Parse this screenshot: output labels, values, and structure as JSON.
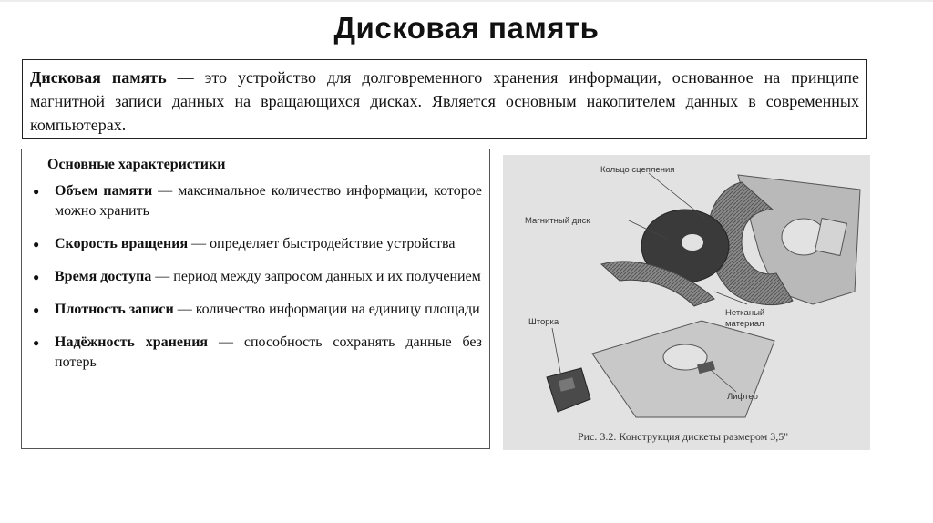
{
  "slide": {
    "title": "Дисковая память"
  },
  "definition": {
    "term": "Дисковая память",
    "text": " — это устройство для долговременного хранения информации, основанное на принципе магнитной записи данных на вращающихся дисках. Является основным накопителем данных в современных компьютерах."
  },
  "characteristics": {
    "heading": "Основные характеристики",
    "bullet": "●",
    "items": [
      {
        "term": "Объем памяти",
        "text": " — максимальное количество информации, которое можно хранить"
      },
      {
        "term": "Скорость вращения",
        "text": " — определяет быстродействие устройства"
      },
      {
        "term": "Время доступа",
        "text": " — период между запросом данных и их получением"
      },
      {
        "term": "Плотность записи",
        "text": " — количество информации на единицу площади"
      },
      {
        "term": "Надёжность хранения",
        "text": " — способность сохранять данные без потерь"
      }
    ]
  },
  "figure": {
    "labels": {
      "ring": "Кольцо сцепления",
      "disk": "Магнитный диск",
      "nonwoven_1": "Нетканый",
      "nonwoven_2": "материал",
      "shutter": "Шторка",
      "lifter": "Лифтер"
    },
    "caption": "Рис. 3.2. Конструкция дискеты размером 3,5\""
  }
}
